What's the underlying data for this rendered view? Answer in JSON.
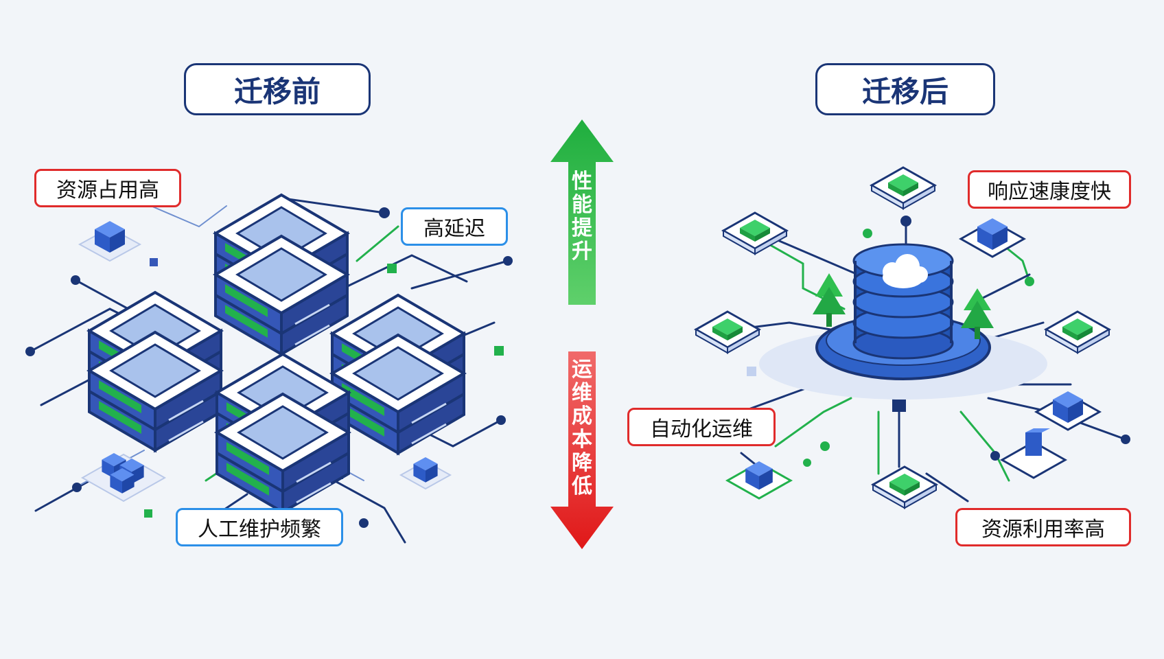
{
  "before": {
    "title": "迁移前",
    "tags": {
      "resource": "资源占用高",
      "latency": "高延迟",
      "maintenance": "人工维护频繁"
    }
  },
  "after": {
    "title": "迁移后",
    "tags": {
      "response": "响应速康度快",
      "automation": "自动化运维",
      "utilization": "资源利用率高"
    }
  },
  "center": {
    "up_label": "性能提升",
    "down_label": "运维成本降低"
  },
  "colors": {
    "navy": "#1a3576",
    "server_blue": "#3557b8",
    "accent_green": "#22b14c",
    "arrow_green": "#1fae3e",
    "arrow_red": "#e52222",
    "tag_red": "#e02b2b",
    "tag_blue": "#2b8fe8"
  },
  "icons": {
    "server": "server-stack-icon",
    "cloud": "cloud-icon",
    "database": "database-stack-icon",
    "node": "network-node-icon"
  }
}
